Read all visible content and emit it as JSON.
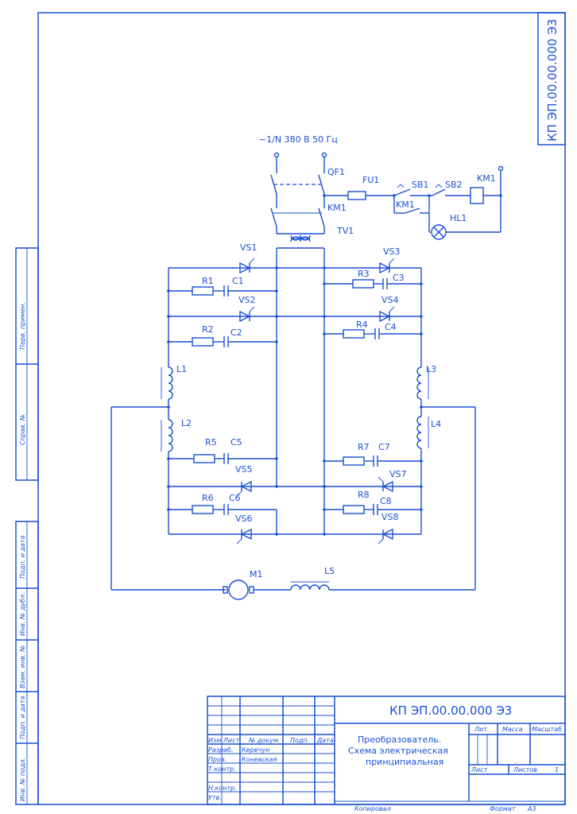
{
  "stamp_code": "КП ЭП.00.00.000 Э3",
  "supply_label": "~1/N 380 В 50 Гц",
  "components": {
    "QF1": "QF1",
    "FU1": "FU1",
    "SB1": "SB1",
    "SB2": "SB2",
    "KM1_coil": "KM1",
    "KM1_aux": "KM1",
    "KM1_main": "KM1",
    "HL1": "HL1",
    "TV1": "TV1",
    "VS1": "VS1",
    "VS2": "VS2",
    "VS3": "VS3",
    "VS4": "VS4",
    "VS5": "VS5",
    "VS6": "VS6",
    "VS7": "VS7",
    "VS8": "VS8",
    "R1": "R1",
    "R2": "R2",
    "R3": "R3",
    "R4": "R4",
    "R5": "R5",
    "R6": "R6",
    "R7": "R7",
    "R8": "R8",
    "C1": "C1",
    "C2": "C2",
    "C3": "C3",
    "C4": "C4",
    "C5": "C5",
    "C6": "C6",
    "C7": "C7",
    "C8": "C8",
    "L1": "L1",
    "L2": "L2",
    "L3": "L3",
    "L4": "L4",
    "L5": "L5",
    "M1": "M1"
  },
  "side_labels": [
    "Перв. примен.",
    "Справ. №",
    "Подп. и дата",
    "Инв. № дубл.",
    "Взам. инв. №",
    "Подп. и дата",
    "Инв. № подл."
  ],
  "title_block": {
    "code": "КП ЭП.00.00.000 Э3",
    "title_line1": "Преобразователь.",
    "title_line2": "Схема электрическая",
    "title_line3": "принципиальная",
    "col_izm": "Изм.",
    "col_list": "Лист",
    "col_doc": "№ докум.",
    "col_podp": "Подп.",
    "col_data": "Дата",
    "row_razrab": "Разраб.",
    "row_prov": "Пров.",
    "row_tkontr": "Т.контр.",
    "row_nkontr": "Н.контр.",
    "row_utv": "Утв.",
    "razrab_name": "Керечун",
    "prov_name": "Коневская",
    "lit": "Лит.",
    "massa": "Масса",
    "masshtab": "Масштаб",
    "list": "Лист",
    "listov": "Листов",
    "listov_val": "1",
    "kopiroval": "Копировал",
    "format": "Формат",
    "format_val": "А3"
  }
}
